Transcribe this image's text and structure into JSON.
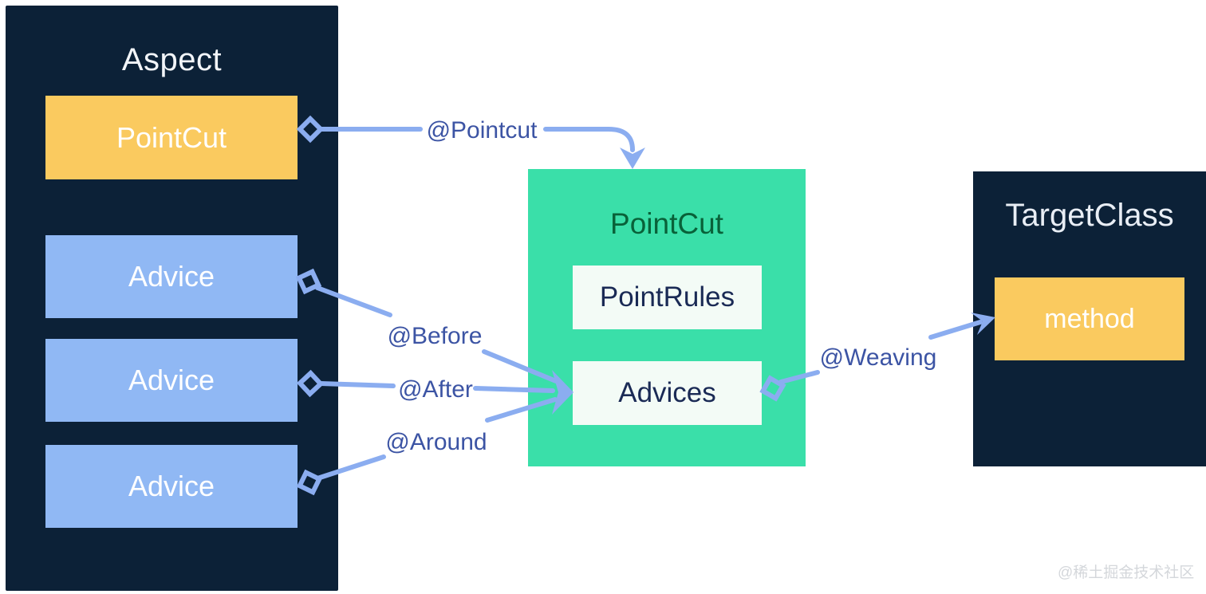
{
  "aspect": {
    "title": "Aspect",
    "pointcut": "PointCut",
    "advices": [
      "Advice",
      "Advice",
      "Advice"
    ]
  },
  "pointcut_container": {
    "title": "PointCut",
    "point_rules": "PointRules",
    "advices": "Advices"
  },
  "target_class": {
    "title": "TargetClass",
    "method": "method"
  },
  "annotations": {
    "pointcut": "@Pointcut",
    "before": "@Before",
    "after": "@After",
    "around": "@Around",
    "weaving": "@Weaving"
  },
  "watermark": "@稀土掘金技术社区",
  "colors": {
    "container_navy": "#0C2137",
    "highlight_yellow": "#FACA5F",
    "advice_blue": "#90B8F4",
    "container_green": "#3ADFA9",
    "inner_mint": "#F3FBF6",
    "connector_blue": "#8BADF0",
    "annotation_text_blue": "#3C54A4",
    "green_title_text": "#096139",
    "inner_text_navy": "#1A2A55",
    "light_title_text": "#F2F5F9"
  }
}
